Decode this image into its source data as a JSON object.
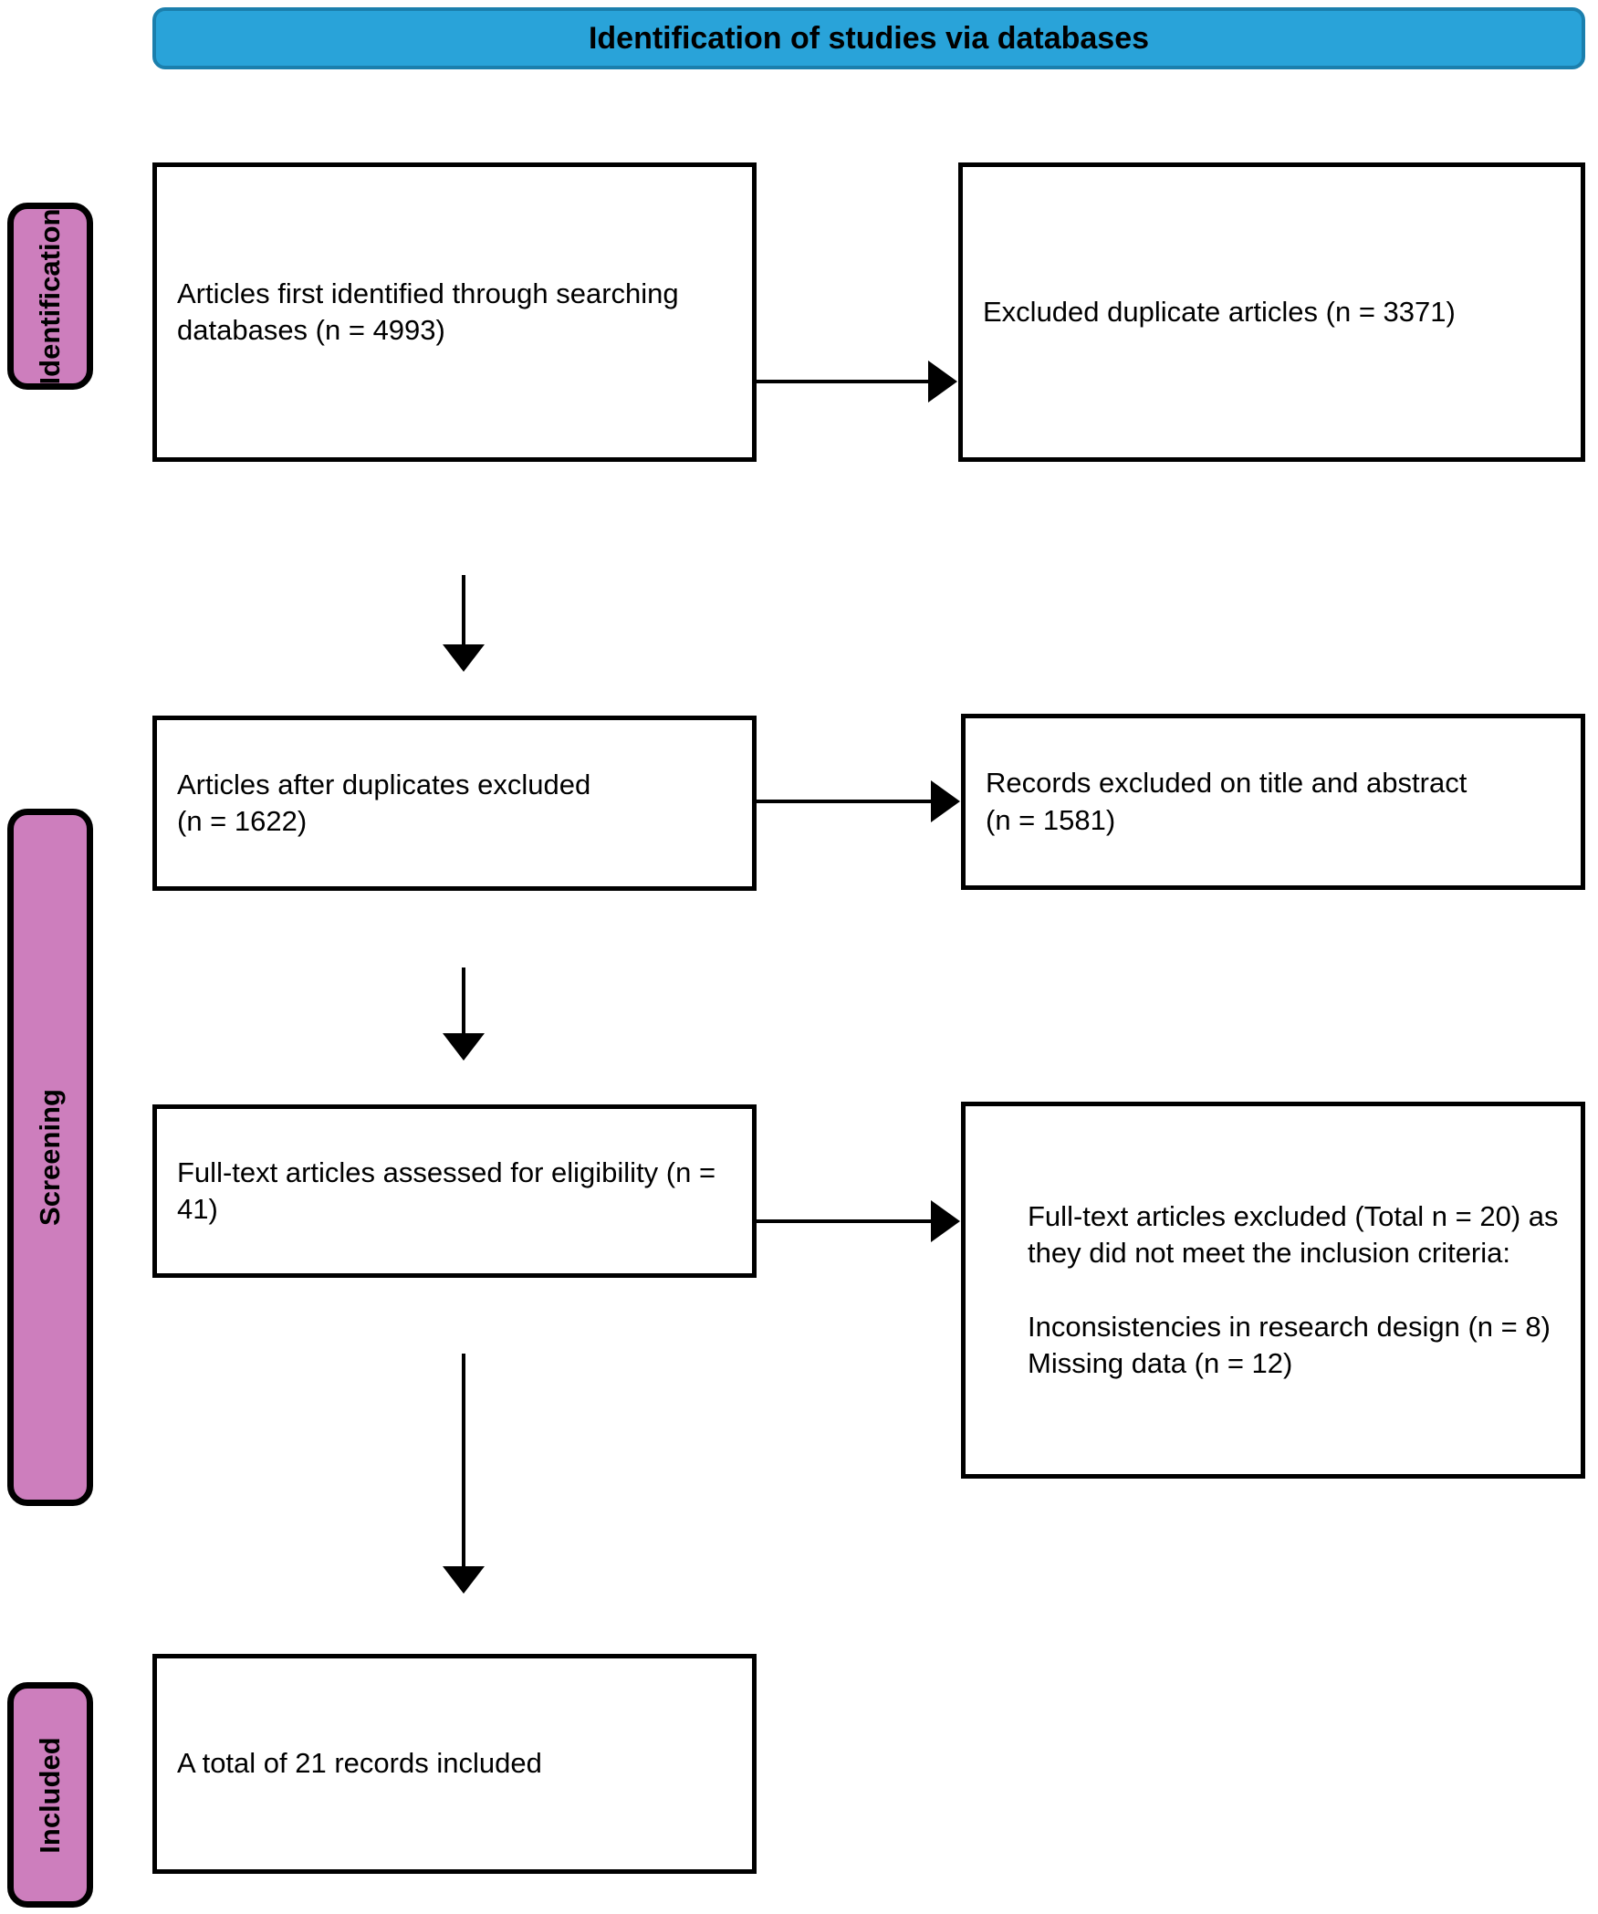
{
  "banner": {
    "title": "Identification of studies via databases"
  },
  "stages": [
    {
      "id": "identification",
      "label": "Identification"
    },
    {
      "id": "screening",
      "label": "Screening"
    },
    {
      "id": "included",
      "label": "Included"
    }
  ],
  "boxes": {
    "identified": "Articles first identified through searching databases (n = 4993)",
    "duplicates_excluded": "Excluded duplicate articles (n = 3371)",
    "after_duplicates": "Articles after duplicates excluded\n(n = 1622)",
    "records_excluded": "Records excluded on title and abstract\n(n = 1581)",
    "fulltext_assessed": "Full-text articles assessed for eligibility (n = 41)",
    "fulltext_excluded": "Full-text articles excluded (Total n = 20) as they did not meet the inclusion criteria:\n\nInconsistencies in research design (n = 8)\nMissing data (n = 12)",
    "included_total": "A total of 21 records included"
  },
  "flow_data": {
    "type": "prisma-flow",
    "records_identified": 4993,
    "duplicates_excluded": 3371,
    "records_after_duplicates": 1622,
    "records_excluded_title_abstract": 1581,
    "fulltext_assessed": 41,
    "fulltext_excluded_total": 20,
    "fulltext_excluded_reasons": [
      {
        "reason": "Inconsistencies in research design",
        "n": 8
      },
      {
        "reason": "Missing data",
        "n": 12
      }
    ],
    "records_included": 21
  },
  "colors": {
    "banner_fill": "#29a3d9",
    "banner_border": "#1b7fad",
    "stage_fill": "#cd7ebd",
    "stage_border": "#000000",
    "box_border": "#000000",
    "box_fill": "#ffffff"
  }
}
